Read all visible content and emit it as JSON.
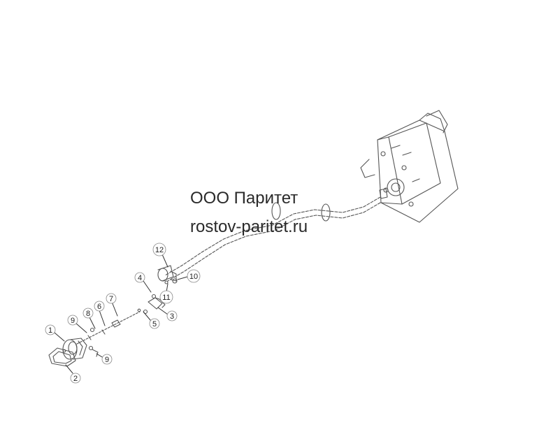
{
  "watermark": {
    "company": "ООО Паритет",
    "site": "rostov-paritet.ru"
  },
  "callouts": [
    "1",
    "2",
    "3",
    "4",
    "5",
    "6",
    "7",
    "8",
    "9",
    "9",
    "10",
    "11",
    "12"
  ]
}
